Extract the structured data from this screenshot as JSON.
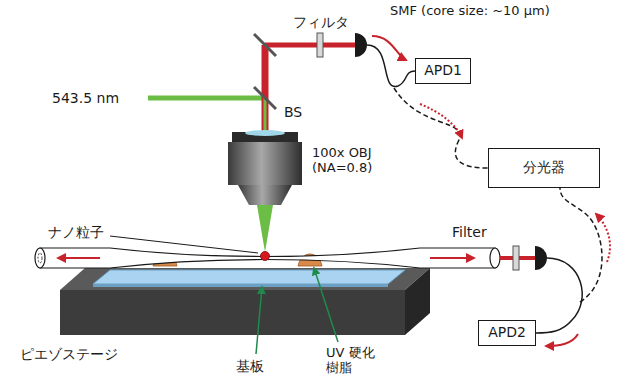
{
  "diagram": {
    "nodes": [
      {
        "text": [
          "APD1"
        ]
      },
      {
        "text": [
          "分光器"
        ]
      },
      {
        "text": [
          "APD2"
        ]
      }
    ],
    "labels": [
      "フィルタ",
      "SMF (core size: ~10 μm)",
      "543.5 nm",
      "BS",
      "100x OBJ (NA=0.8)",
      "ナノ粒子",
      "Filter",
      "ピエゾステージ",
      "基板",
      "UV 硬化 樹脂"
    ]
  }
}
